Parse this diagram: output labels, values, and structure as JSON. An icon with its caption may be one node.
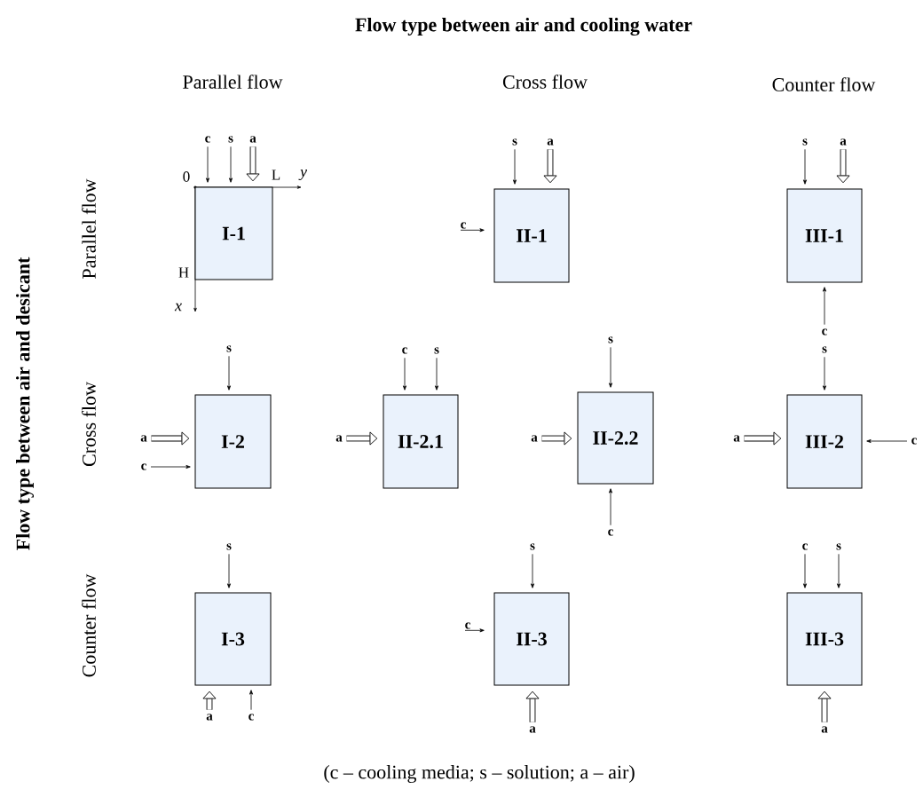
{
  "diagram": {
    "title": "Flow type between air and cooling water",
    "caption": "(c – cooling media; s – solution; a – air)",
    "nodes": [
      {
        "text": [
          "I-1"
        ]
      },
      {
        "text": [
          "II-1"
        ]
      },
      {
        "text": [
          "III-1"
        ]
      },
      {
        "text": [
          "I-2"
        ]
      },
      {
        "text": [
          "II-2.1"
        ]
      },
      {
        "text": [
          "II-2.2"
        ]
      },
      {
        "text": [
          "III-2"
        ]
      },
      {
        "text": [
          "I-3"
        ]
      },
      {
        "text": [
          "II-3"
        ]
      },
      {
        "text": [
          "III-3"
        ]
      },
      {
        "text": [
          "c"
        ]
      },
      {
        "text": [
          "s"
        ]
      },
      {
        "text": [
          "a"
        ]
      },
      {
        "text": [
          "s"
        ]
      },
      {
        "text": [
          "a"
        ]
      },
      {
        "text": [
          "c"
        ]
      },
      {
        "text": [
          "s"
        ]
      },
      {
        "text": [
          "a"
        ]
      },
      {
        "text": [
          "c"
        ]
      },
      {
        "text": [
          "s"
        ]
      },
      {
        "text": [
          "s"
        ]
      },
      {
        "text": [
          "a"
        ]
      },
      {
        "text": [
          "c"
        ]
      },
      {
        "text": [
          "c"
        ]
      },
      {
        "text": [
          "s"
        ]
      },
      {
        "text": [
          "a"
        ]
      },
      {
        "text": [
          "s"
        ]
      },
      {
        "text": [
          "a"
        ]
      },
      {
        "text": [
          "c"
        ]
      },
      {
        "text": [
          "a"
        ]
      },
      {
        "text": [
          "c"
        ]
      },
      {
        "text": [
          "s"
        ]
      },
      {
        "text": [
          "a"
        ]
      },
      {
        "text": [
          "c"
        ]
      },
      {
        "text": [
          "s"
        ]
      },
      {
        "text": [
          "c"
        ]
      },
      {
        "text": [
          "a"
        ]
      },
      {
        "text": [
          "c"
        ]
      },
      {
        "text": [
          "s"
        ]
      },
      {
        "text": [
          "a"
        ]
      }
    ],
    "edges": [
      {
        "from": 10,
        "to": 0,
        "arrow": "to"
      },
      {
        "from": 11,
        "to": 0,
        "arrow": "to"
      },
      {
        "from": 12,
        "to": 0,
        "arrow": "to",
        "style": "thick"
      },
      {
        "from": 13,
        "to": 1,
        "arrow": "to"
      },
      {
        "from": 14,
        "to": 1,
        "arrow": "to",
        "style": "thick"
      },
      {
        "from": 15,
        "to": 1,
        "arrow": "to"
      },
      {
        "from": 16,
        "to": 2,
        "arrow": "to"
      },
      {
        "from": 17,
        "to": 2,
        "arrow": "to",
        "style": "thick"
      },
      {
        "from": 18,
        "to": 2,
        "arrow": "to"
      },
      {
        "from": 19,
        "to": 6,
        "arrow": "to"
      },
      {
        "from": 20,
        "to": 3,
        "arrow": "to"
      },
      {
        "from": 21,
        "to": 3,
        "arrow": "to",
        "style": "thick"
      },
      {
        "from": 22,
        "to": 3,
        "arrow": "to"
      },
      {
        "from": 23,
        "to": 4,
        "arrow": "to"
      },
      {
        "from": 24,
        "to": 4,
        "arrow": "to"
      },
      {
        "from": 25,
        "to": 4,
        "arrow": "to",
        "style": "thick"
      },
      {
        "from": 26,
        "to": 5,
        "arrow": "to"
      },
      {
        "from": 27,
        "to": 5,
        "arrow": "to",
        "style": "thick"
      },
      {
        "from": 28,
        "to": 5,
        "arrow": "to"
      },
      {
        "from": 29,
        "to": 6,
        "arrow": "to",
        "style": "thick"
      },
      {
        "from": 30,
        "to": 6,
        "arrow": "to"
      },
      {
        "from": 31,
        "to": 7,
        "arrow": "to"
      },
      {
        "from": 32,
        "to": 7,
        "arrow": "to",
        "style": "thick"
      },
      {
        "from": 33,
        "to": 7,
        "arrow": "to"
      },
      {
        "from": 34,
        "to": 8,
        "arrow": "to"
      },
      {
        "from": 35,
        "to": 8,
        "arrow": "to"
      },
      {
        "from": 36,
        "to": 8,
        "arrow": "to",
        "style": "thick"
      },
      {
        "from": 37,
        "to": 9,
        "arrow": "to"
      },
      {
        "from": 38,
        "to": 9,
        "arrow": "to"
      },
      {
        "from": 39,
        "to": 9,
        "arrow": "to",
        "style": "thick"
      }
    ],
    "labels": [
      "Parallel flow",
      "Cross flow",
      "Counter flow",
      "Flow type between air and desicant",
      "Parallel flow",
      "Cross flow",
      "Counter flow",
      "0",
      "L",
      "y",
      "H",
      "x"
    ]
  }
}
